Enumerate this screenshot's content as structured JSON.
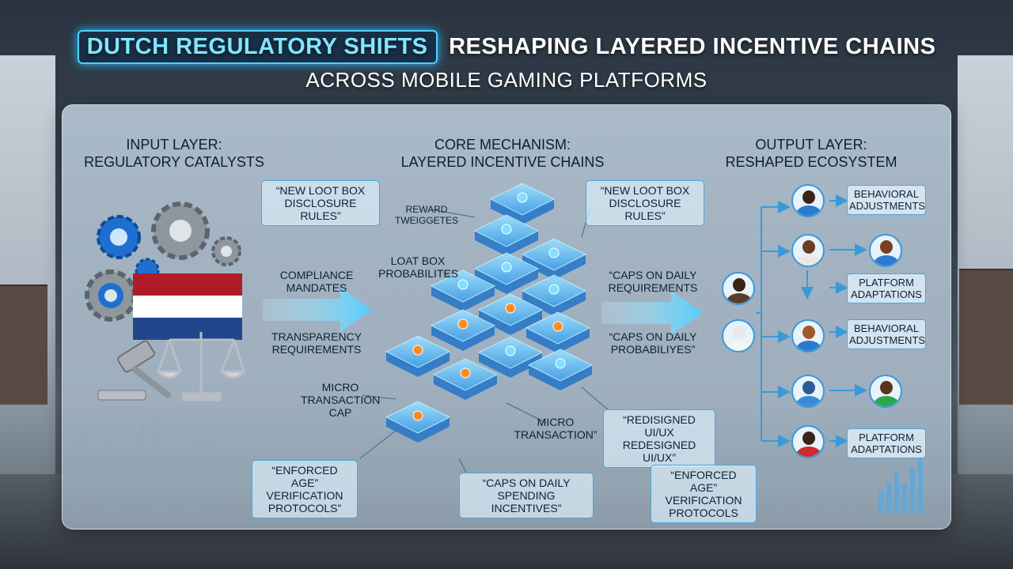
{
  "title": {
    "highlight": "DUTCH REGULATORY SHIFTS",
    "rest": "RESHAPING LAYERED INCENTIVE CHAINS"
  },
  "subtitle": "ACROSS MOBILE GAMING PLATFORMS",
  "input_layer": {
    "header_line1": "INPUT LAYER:",
    "header_line2": "REGULATORY CATALYSTS",
    "labels": [
      {
        "line1": "COMPLIANCE",
        "line2": "MANDATES"
      },
      {
        "line1": "TRANSPARENCY",
        "line2": "REQUIREMENTS"
      }
    ],
    "box_top": {
      "line1": "“NEW LOOT BOX",
      "line2": "DISCLOSURE RULES”"
    },
    "box_bottom": {
      "line1": "“ENFORCED AGE”",
      "line2": "VERIFICATION",
      "line3": "PROTOCOLS”"
    }
  },
  "core": {
    "header_line1": "CORE MECHANISM:",
    "header_line2": "LAYERED INCENTIVE CHAINS",
    "labels": {
      "reward": {
        "line1": "REWARD",
        "line2": "TWEIGGETES"
      },
      "loot": {
        "line1": "LOAT BOX",
        "line2": "PROBABILITES"
      },
      "micro_cap": {
        "line1": "MICRO",
        "line2": "TRANSACTION",
        "line3": "CAP"
      },
      "micro_tx": {
        "line1": "MICRO",
        "line2": "TRANSACTION”"
      }
    },
    "box_top_right": {
      "line1": "“NEW LOOT BOX",
      "line2": "DISCLOSURE RULES”"
    },
    "box_bottom": {
      "line1": "“CAPS ON DAILY",
      "line2": "SPENDING INCENTIVES”"
    },
    "right_labels": [
      {
        "line1": "“CAPS ON DAILY",
        "line2": "REQUIREMENTS"
      },
      {
        "line1": "“CAPS ON DAILY",
        "line2": "PROBABILIYES”"
      }
    ],
    "box_redesign": {
      "line1": "“REDISIGNED UI/UX",
      "line2": "REDESIGNED UI/UX”"
    },
    "box_age": {
      "line1": "“ENFORCED AGE”",
      "line2": "VERIFICATION",
      "line3": "PROTOCOLS"
    }
  },
  "output_layer": {
    "header_line1": "OUTPUT LAYER:",
    "header_line2": "RESHAPED ECOSYSTEM",
    "boxes": [
      {
        "line1": "BEHAVIORAL",
        "line2": "ADJUSTMENTS"
      },
      {
        "line1": "PLATFORM",
        "line2": "ADAPTATIONS"
      },
      {
        "line1": "BEHAVIORAL",
        "line2": "ADJUSTMENTS"
      },
      {
        "line1": "PLATFORM",
        "line2": "ADAPTATIONS"
      }
    ]
  },
  "colors": {
    "accent": "#4fd0ff",
    "flow_arrow": "#6fd4ff",
    "flag_red": "#ae1c28",
    "flag_white": "#ffffff",
    "flag_blue": "#21468b",
    "node_orange": "#ff8a1e",
    "node_blue": "#7fe0ff"
  }
}
